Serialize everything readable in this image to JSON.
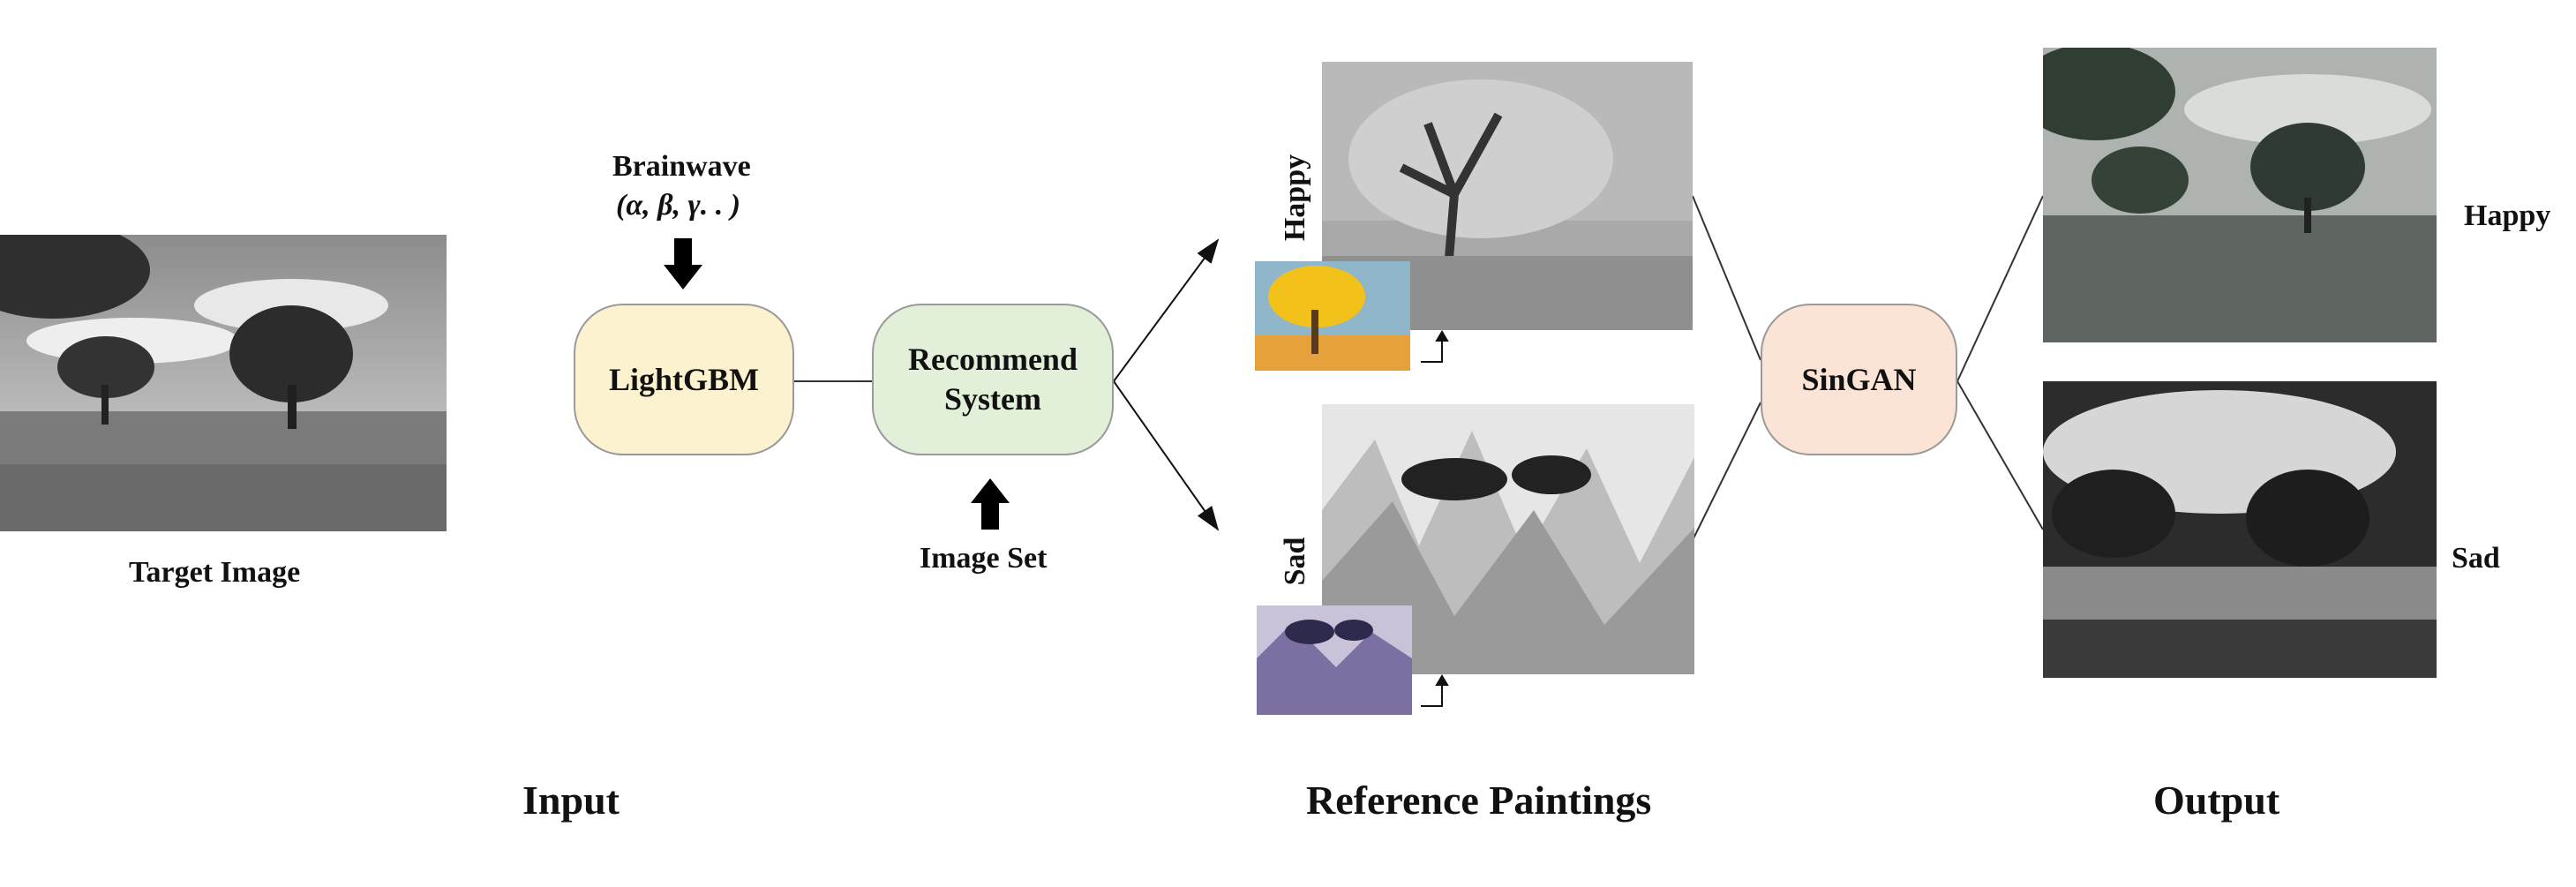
{
  "colors": {
    "lightgbm_fill": "#fdf2cf",
    "recommend_fill": "#e2efd9",
    "singan_fill": "#fbe4d5",
    "node_border": "#9a9a9a",
    "edge": "#333333"
  },
  "input": {
    "target_image_label": "Target Image",
    "brainwave_label": "Brainwave",
    "brainwave_symbols": "(α, β, γ. . )",
    "section_label": "Input"
  },
  "nodes": {
    "lightgbm": "LightGBM",
    "recommend_line1": "Recommend",
    "recommend_line2": "System",
    "singan": "SinGAN"
  },
  "recommend_input_label": "Image Set",
  "reference": {
    "happy_label": "Happy",
    "sad_label": "Sad",
    "section_label": "Reference Paintings"
  },
  "output": {
    "happy_label": "Happy",
    "sad_label": "Sad",
    "section_label": "Output"
  },
  "icons": {
    "brainwave_arrow": "down-arrow-icon",
    "imageset_arrow": "up-arrow-icon",
    "style_transfer_marker": "corner-arrow-icon"
  }
}
